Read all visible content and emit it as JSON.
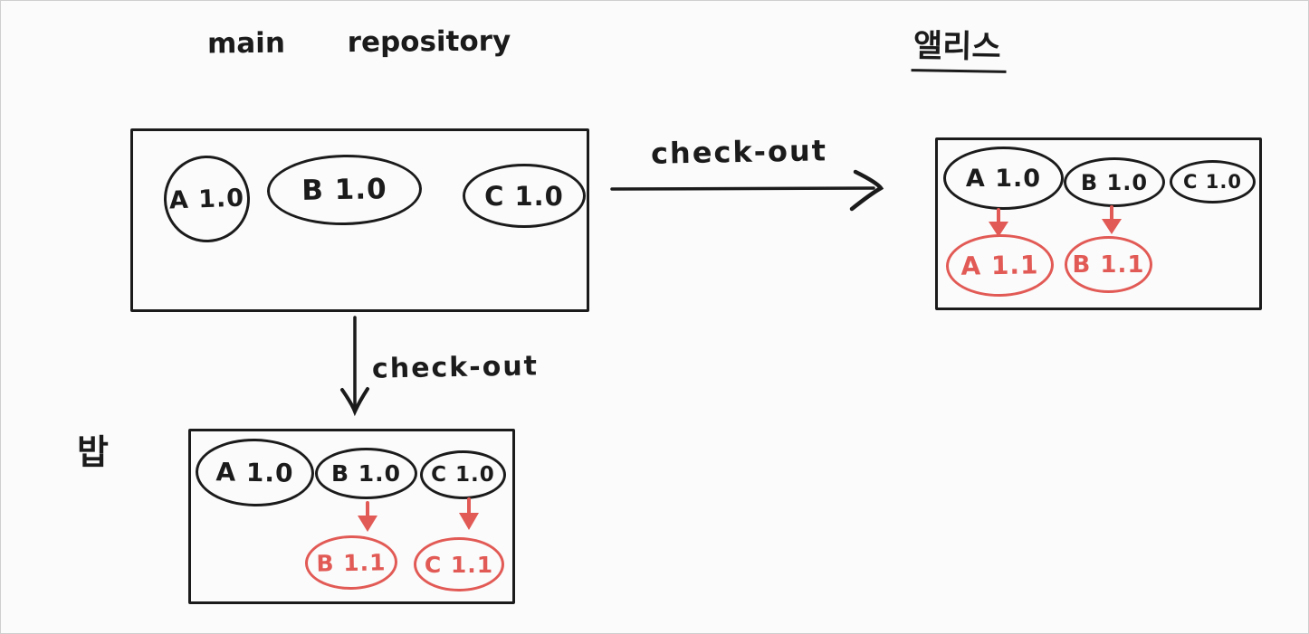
{
  "canvas": {
    "background": "#fbfbfb",
    "ink_color": "#1b1b1b",
    "accent_color": "#e25a55"
  },
  "main_repository": {
    "title": "main repository",
    "modules": [
      "A 1.0",
      "B 1.0",
      "C 1.0"
    ]
  },
  "checkout_arrows": {
    "to_alice_label": "check-out",
    "to_bob_label": "check-out"
  },
  "alice_workspace": {
    "title": "앨리스",
    "checked_out_modules": [
      "A 1.0",
      "B 1.0",
      "C 1.0"
    ],
    "modified_modules": [
      "A 1.1",
      "B 1.1"
    ]
  },
  "bob_workspace": {
    "title": "밥",
    "checked_out_modules": [
      "A 1.0",
      "B 1.0",
      "C 1.0"
    ],
    "modified_modules": [
      "B 1.1",
      "C 1.1"
    ]
  }
}
